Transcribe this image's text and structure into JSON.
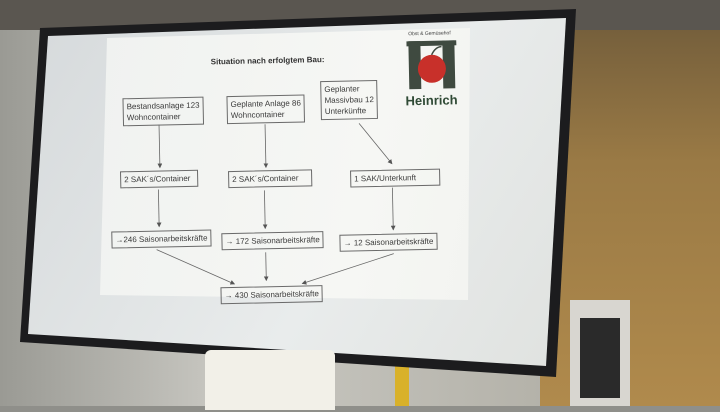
{
  "slide": {
    "title": "Situation nach erfolgtem Bau:",
    "logo": {
      "top_text": "Obst & Gemüsehof",
      "name": "Heinrich",
      "colors": {
        "apple": "#c8302a",
        "letter": "#3f4a40"
      }
    },
    "columns": [
      {
        "source_lines": [
          "Bestandsanlage 123",
          "Wohncontainer"
        ],
        "ratio": "2 SAK´s/Container",
        "result": "→246 Saisonarbeitskräfte"
      },
      {
        "source_lines": [
          "Geplante Anlage 86",
          "Wohncontainer"
        ],
        "ratio": "2 SAK´s/Container",
        "result": "→ 172 Saisonarbeitskräfte"
      },
      {
        "source_lines": [
          "Geplanter",
          "Massivbau 12",
          "Unterkünfte"
        ],
        "ratio": "1 SAK/Unterkunft",
        "result": "→ 12 Saisonarbeitskräfte"
      }
    ],
    "total": "→ 430 Saisonarbeitskräfte"
  }
}
